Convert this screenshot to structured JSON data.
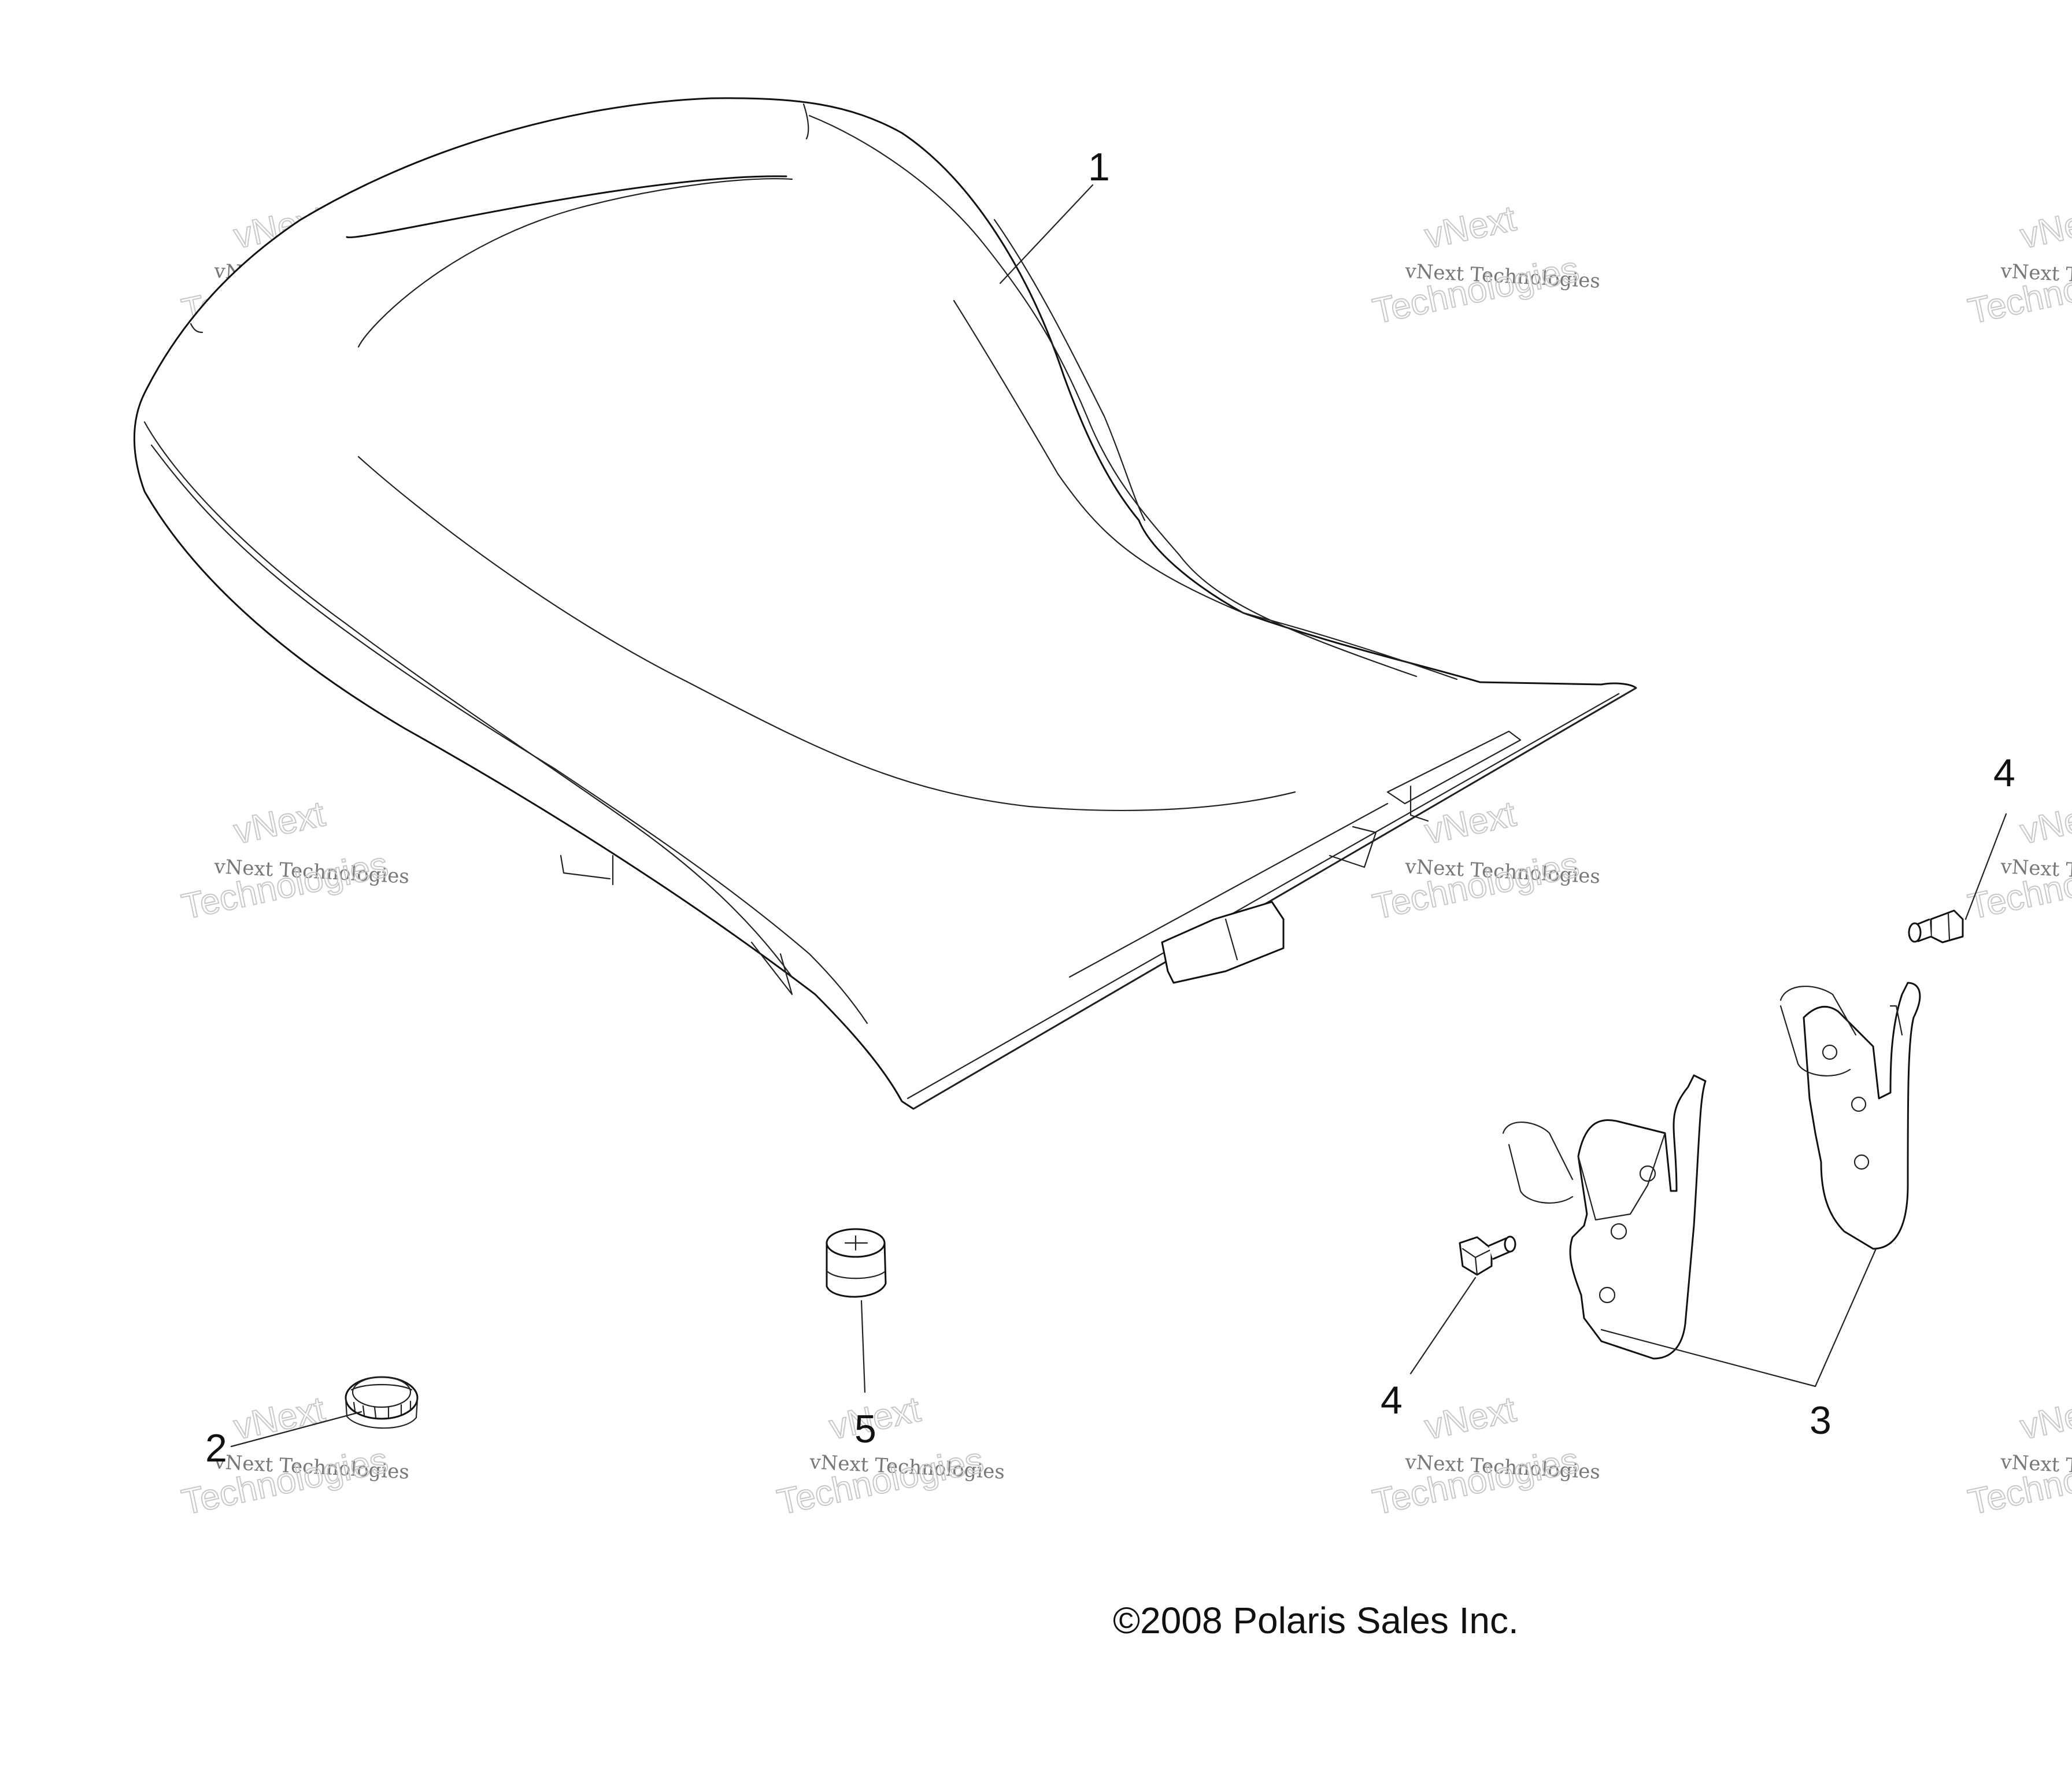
{
  "callouts": [
    {
      "id": "1",
      "text": "1"
    },
    {
      "id": "2",
      "text": "2"
    },
    {
      "id": "3",
      "text": "3"
    },
    {
      "id": "4a",
      "text": "4"
    },
    {
      "id": "4b",
      "text": "4"
    },
    {
      "id": "5",
      "text": "5"
    }
  ],
  "copyright": "©2008 Polaris Sales Inc.",
  "watermark": {
    "line1": "vNext Technologies",
    "line2": "Technologies",
    "line3": "vNext"
  },
  "colors": {
    "line": "#111111",
    "watermark": "#c8c8c8",
    "background": "#ffffff"
  }
}
